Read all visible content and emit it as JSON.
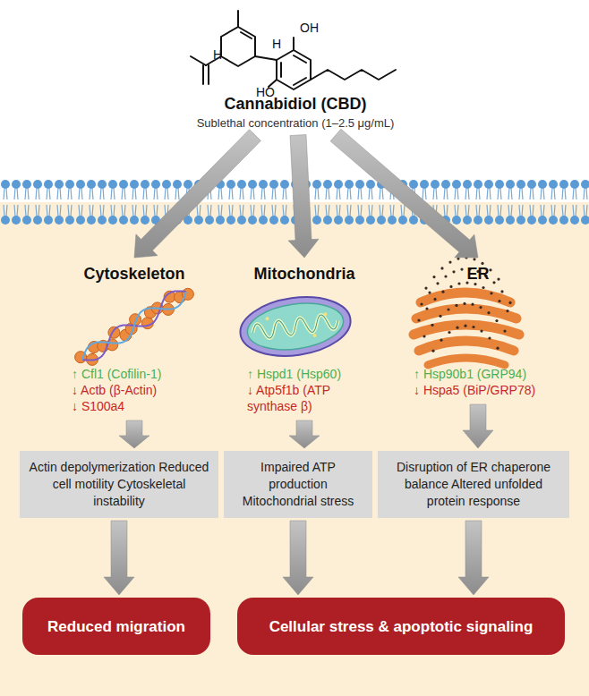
{
  "diagram": {
    "nodes": [
      {
        "text": [
          "Cannabidiol (CBD)",
          "Sublethal concentration (1–2.5 μg/mL)"
        ]
      },
      {
        "text": [
          "Cytoskeleton",
          "↑ Cfl1 (Cofilin-1)",
          "↓ Actb (β-Actin)",
          "↓ S100a4"
        ]
      },
      {
        "text": [
          "Mitochondria",
          "↑ Hspd1 (Hsp60)",
          "↓ Atp5f1b (ATP synthase β)"
        ]
      },
      {
        "text": [
          "ER",
          "↑ Hsp90b1 (GRP94)",
          "↓ Hspa5 (BiP/GRP78)"
        ]
      },
      {
        "text": [
          "Actin depolymerization Reduced cell motility Cytoskeletal instability"
        ]
      },
      {
        "text": [
          "Impaired ATP production Mitochondrial stress"
        ]
      },
      {
        "text": [
          "Disruption of ER chaperone balance Altered unfolded protein response"
        ]
      },
      {
        "text": [
          "Reduced migration"
        ]
      },
      {
        "text": [
          "Cellular stress & apoptotic signaling"
        ]
      }
    ],
    "edges": [
      {
        "from": 0,
        "to": 1,
        "arrow": "to"
      },
      {
        "from": 0,
        "to": 2,
        "arrow": "to"
      },
      {
        "from": 0,
        "to": 3,
        "arrow": "to"
      },
      {
        "from": 1,
        "to": 4,
        "arrow": "to"
      },
      {
        "from": 2,
        "to": 5,
        "arrow": "to"
      },
      {
        "from": 3,
        "to": 6,
        "arrow": "to"
      },
      {
        "from": 4,
        "to": 7,
        "arrow": "to"
      },
      {
        "from": 5,
        "to": 8,
        "arrow": "to"
      },
      {
        "from": 6,
        "to": 8,
        "arrow": "to"
      }
    ],
    "labels": [
      "H",
      "H",
      "OH",
      "HO"
    ]
  }
}
